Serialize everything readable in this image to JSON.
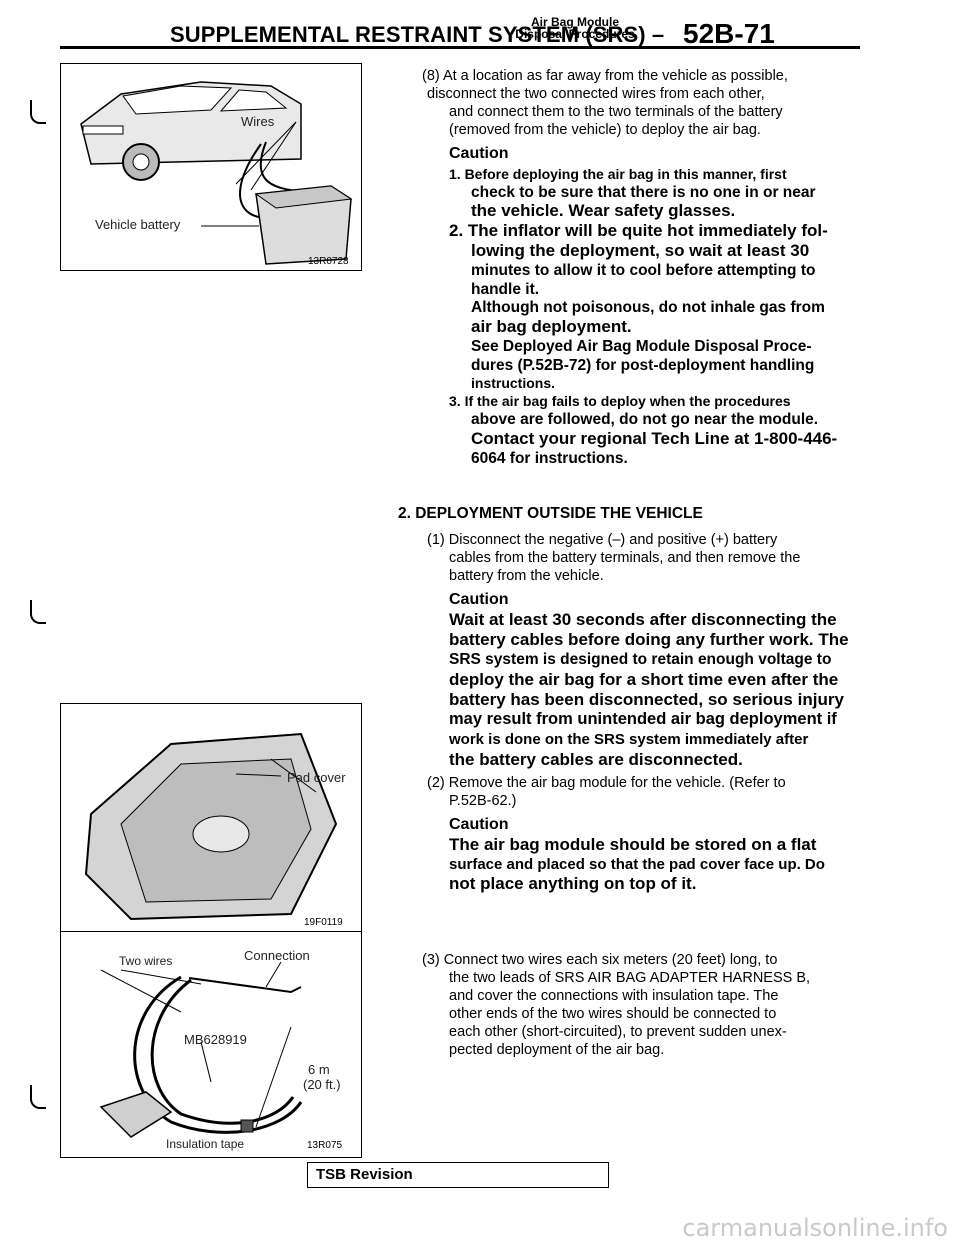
{
  "header": {
    "main": "SUPPLEMENTAL RESTRAINT SYSTEM (SRS) –",
    "sub_line1": "Air Bag Module",
    "sub_line2": "Disposal Procedures",
    "page": "52B-71"
  },
  "fig1": {
    "label_wires": "Wires",
    "label_battery": "Vehicle battery",
    "code": "13R0728"
  },
  "fig2": {
    "label_pad": "Pad cover",
    "code": "19F0119"
  },
  "fig3": {
    "label_two_wires": "Two wires",
    "label_connection": "Connection",
    "label_part": "MB628919",
    "label_len1": "6 m",
    "label_len2": "(20 ft.)",
    "label_tape": "Insulation tape",
    "code": "13R075"
  },
  "step8": {
    "lines": [
      "(8) At a location as far away from the vehicle as possible,",
      "disconnect the two connected wires from each other,",
      "and connect them to the two terminals of the battery",
      "(removed from the vehicle) to deploy the air bag."
    ],
    "caution": "Caution",
    "c1": [
      "1.  Before deploying the air bag in this manner, first",
      "check to be sure that there is no one in or near",
      "the vehicle. Wear safety glasses."
    ],
    "c2": [
      "2. The inflator will be quite hot immediately fol-",
      "lowing the deployment, so wait at least 30",
      "minutes to allow it to cool before attempting to",
      "handle it.",
      "Although not poisonous, do not inhale gas from",
      "air bag deployment.",
      "See Deployed Air Bag Module Disposal Proce-",
      "dures (P.52B-72) for post-deployment handling",
      "instructions."
    ],
    "c3": [
      "3.  If the air bag fails to deploy when the procedures",
      "above are followed, do not go near the module.",
      "Contact your regional Tech Line at 1-800-446-",
      "6064 for instructions."
    ]
  },
  "section2": {
    "title": "2.  DEPLOYMENT OUTSIDE THE VEHICLE",
    "s1": [
      "(1) Disconnect the negative (–) and positive (+) battery",
      "cables from the battery terminals, and then remove the",
      "battery from the vehicle."
    ],
    "s1_caution": "Caution",
    "s1_caution_lines": [
      "Wait at least 30 seconds after disconnecting the",
      "battery cables before doing any further work. The",
      "SRS system is designed to retain enough voltage to",
      "deploy the air bag for a short time even after the",
      "battery has been disconnected, so serious injury",
      "may result from unintended air bag deployment if",
      "work is done on the SRS system immediately after",
      "the battery cables are disconnected."
    ],
    "s2": [
      "(2) Remove the air bag module for the vehicle. (Refer to",
      "P.52B-62.)"
    ],
    "s2_caution": "Caution",
    "s2_caution_lines": [
      "The air bag module should be stored on a flat",
      "surface and placed so that the pad cover face up. Do",
      "not place anything on top of it."
    ],
    "s3": [
      "(3) Connect two wires each six meters (20 feet) long, to",
      "the two leads of SRS AIR BAG ADAPTER HARNESS B,",
      "and cover the connections with insulation tape. The",
      "other ends of the two wires should be connected to",
      "each other (short-circuited), to prevent sudden unex-",
      "pected deployment of the air bag."
    ]
  },
  "footer": {
    "tsb": "TSB Revision",
    "watermark": "carmanualsonline.info"
  }
}
